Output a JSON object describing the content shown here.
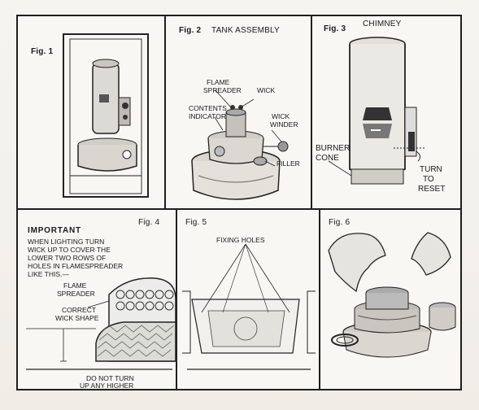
{
  "figures": {
    "fig1": {
      "label": "Fig. 1"
    },
    "fig2": {
      "label": "Fig. 2",
      "title": "TANK ASSEMBLY",
      "callouts": {
        "flame_spreader_line1": "FLAME",
        "flame_spreader_line2": "SPREADER",
        "wick": "WICK",
        "contents_indicator_line1": "CONTENTS",
        "contents_indicator_line2": "INDICATOR",
        "wick_winder_line1": "WICK",
        "wick_winder_line2": "WINDER",
        "filler": "FILLER"
      }
    },
    "fig3": {
      "label": "Fig. 3",
      "title": "CHIMNEY",
      "callouts": {
        "burner_cone_line1": "BURNER",
        "burner_cone_line2": "CONE",
        "turn_to_reset_line1": "TURN",
        "turn_to_reset_line2": "TO",
        "turn_to_reset_line3": "RESET"
      }
    },
    "fig4": {
      "label": "Fig. 4",
      "heading": "IMPORTANT",
      "instructions": [
        "WHEN LIGHTING TURN",
        "WICK UP TO COVER THE",
        "LOWER TWO ROWS OF",
        "HOLES IN FLAMESPREADER",
        "LIKE THIS.—"
      ],
      "callouts": {
        "flame_spreader_line1": "FLAME",
        "flame_spreader_line2": "SPREADER",
        "correct_wick_line1": "CORRECT",
        "correct_wick_line2": "WICK SHAPE",
        "do_not_turn_line1": "DO NOT TURN",
        "do_not_turn_line2": "UP ANY HIGHER"
      }
    },
    "fig5": {
      "label": "Fig. 5",
      "callouts": {
        "fixing_holes": "FIXING HOLES"
      }
    },
    "fig6": {
      "label": "Fig. 6"
    }
  }
}
